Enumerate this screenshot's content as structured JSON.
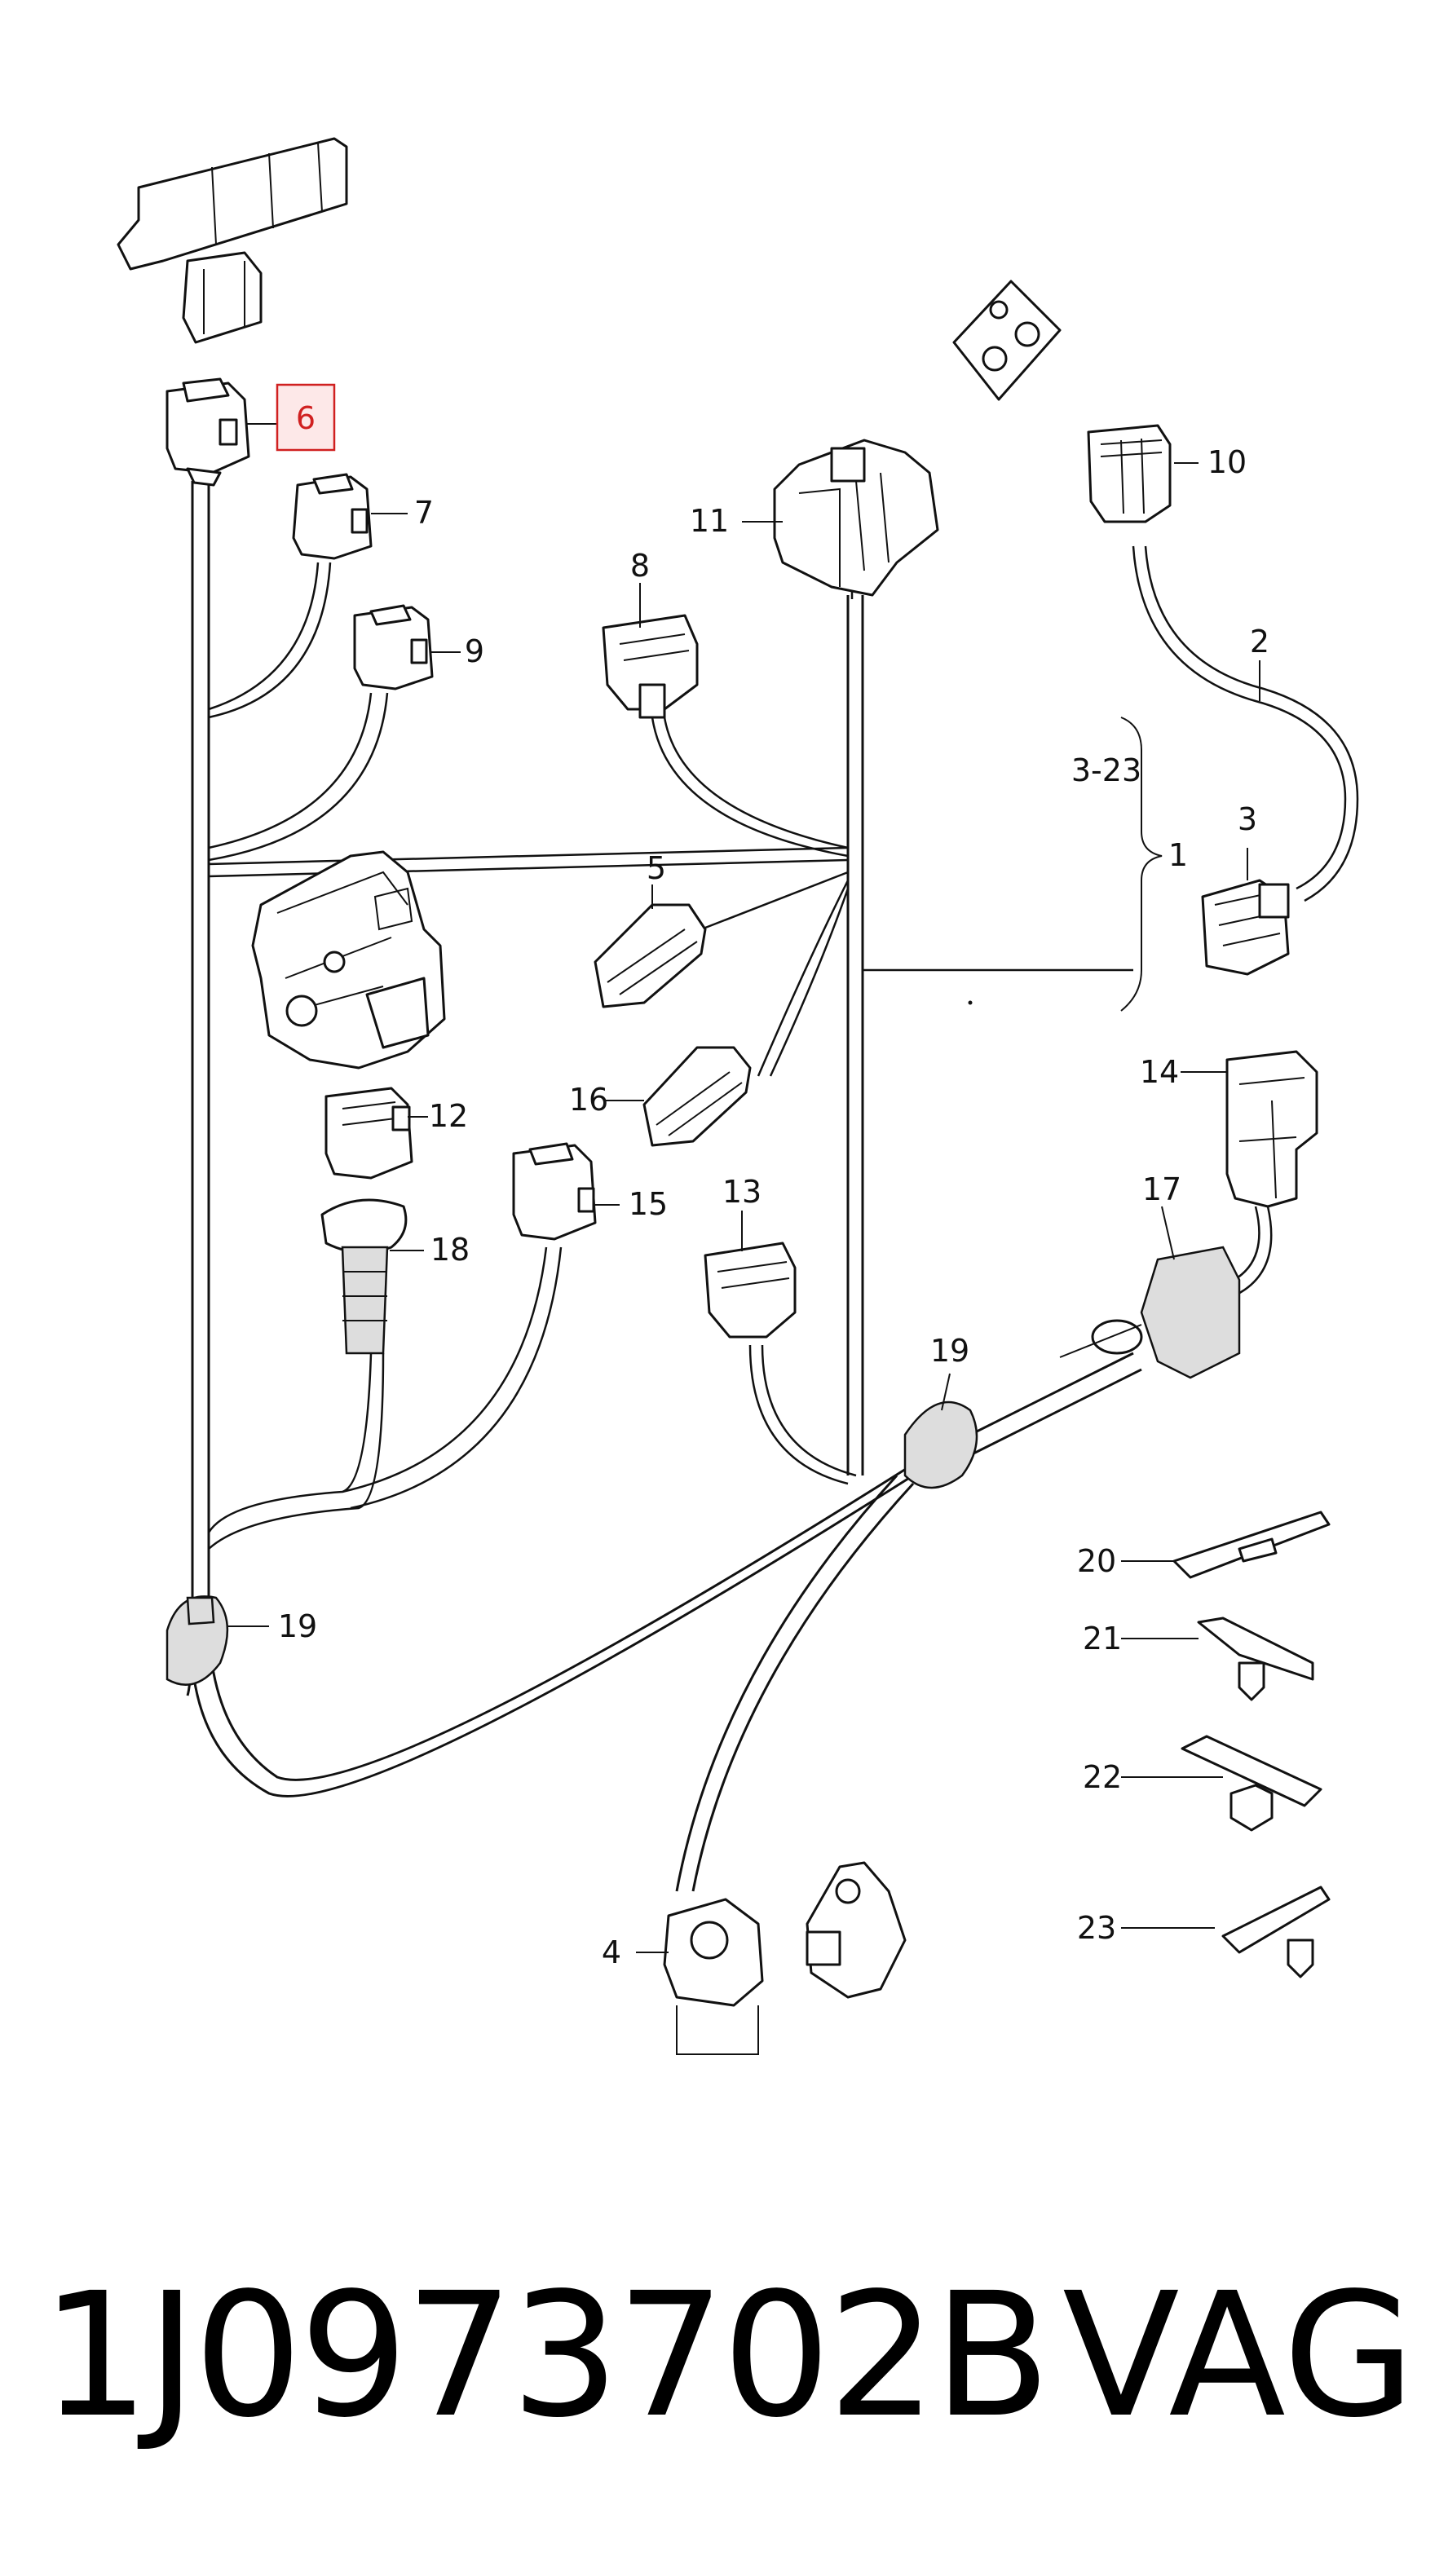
{
  "diagram": {
    "labels": {
      "l1": "1",
      "l2": "2",
      "l3": "3",
      "l3_23": "3-23",
      "l4": "4",
      "l5": "5",
      "l6": "6",
      "l7": "7",
      "l8": "8",
      "l9": "9",
      "l10": "10",
      "l11": "11",
      "l12": "12",
      "l13": "13",
      "l14": "14",
      "l15": "15",
      "l16": "16",
      "l17": "17",
      "l18": "18",
      "l19a": "19",
      "l19b": "19",
      "l20": "20",
      "l21": "21",
      "l22": "22",
      "l23": "23"
    },
    "highlight_color": "#d02020"
  },
  "footer": {
    "part_number": "1J0973702B",
    "brand": "VAG"
  }
}
